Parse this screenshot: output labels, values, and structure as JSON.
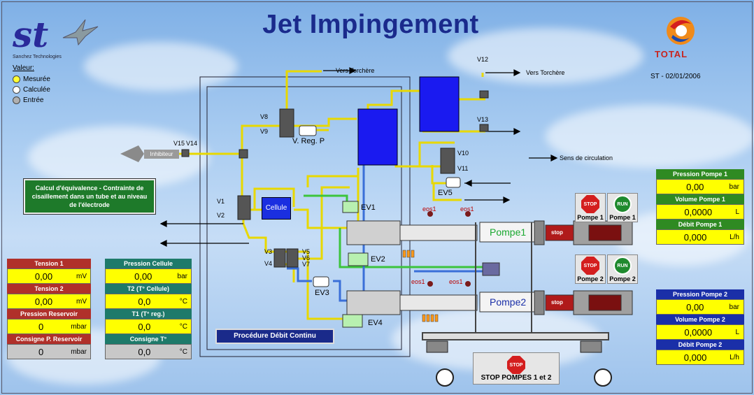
{
  "header": {
    "title": "Jet Impingement",
    "date": "ST - 02/01/2006"
  },
  "logos": {
    "st_text": "st",
    "st_subtitle": "Sanchez Technologies",
    "total_text": "TOTAL"
  },
  "legend": {
    "header": "Valeur:",
    "items": [
      {
        "label": "Mesurée",
        "color": "#ffff33"
      },
      {
        "label": "Calculée",
        "color": "#ffffff"
      },
      {
        "label": "Entrée",
        "color": "#b0b0b0"
      }
    ]
  },
  "buttons": {
    "calcul": "Calcul d'équivalence - Contrainte de cisaillement dans un tube et au niveau de l'électrode",
    "procedure": "Procédure Débit Continu",
    "stop_all": "STOP POMPES 1 et 2",
    "stop_icon": "STOP",
    "run_icon": "RUN",
    "pompe1": "Pompe 1",
    "pompe2": "Pompe 2"
  },
  "left_boxes": [
    {
      "label": "Tension 1",
      "value": "0,00",
      "unit": "mV"
    },
    {
      "label": "Tension 2",
      "value": "0,00",
      "unit": "mV"
    },
    {
      "label": "Pression Reservoir",
      "value": "0",
      "unit": "mbar"
    },
    {
      "label": "Consigne P. Reservoir",
      "value": "0",
      "unit": "mbar"
    }
  ],
  "mid_boxes": [
    {
      "label": "Pression Cellule",
      "value": "0,00",
      "unit": "bar"
    },
    {
      "label": "T2 (T° Cellule)",
      "value": "0,0",
      "unit": "°C"
    },
    {
      "label": "T1 (T° reg.)",
      "value": "0,0",
      "unit": "°C"
    },
    {
      "label": "Consigne T°",
      "value": "0,0",
      "unit": "°C"
    }
  ],
  "pump1_boxes": [
    {
      "label": "Pression Pompe 1",
      "value": "0,00",
      "unit": "bar"
    },
    {
      "label": "Volume Pompe 1",
      "value": "0,0000",
      "unit": "L"
    },
    {
      "label": "Débit Pompe 1",
      "value": "0,000",
      "unit": "L/h"
    }
  ],
  "pump2_boxes": [
    {
      "label": "Pression Pompe 2",
      "value": "0,00",
      "unit": "bar"
    },
    {
      "label": "Volume Pompe 2",
      "value": "0,0000",
      "unit": "L"
    },
    {
      "label": "Débit Pompe 2",
      "value": "0,000",
      "unit": "L/h"
    }
  ],
  "diagram": {
    "vers_torchere": "Vers Torchère",
    "sens_circulation": "Sens de circulation",
    "inhibiteur": "Inhibiteur",
    "cellule": "Cellule",
    "v_reg_p": "V. Reg. P",
    "valves": [
      "V1",
      "V2",
      "V3",
      "V4",
      "V5",
      "V6",
      "V7",
      "V8",
      "V9",
      "V10",
      "V11",
      "V12",
      "V13",
      "V14",
      "V15"
    ],
    "ev": [
      "EV1",
      "EV2",
      "EV3",
      "EV4",
      "EV5"
    ],
    "eos": "eos1",
    "pompe1": "Pompe1",
    "pompe2": "Pompe2",
    "stop": "stop"
  }
}
